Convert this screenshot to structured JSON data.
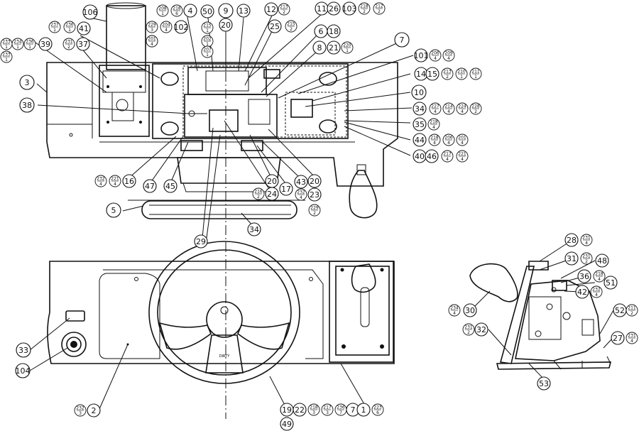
{
  "diagram": {
    "callouts": [
      {
        "id": "c106",
        "label": "106"
      },
      {
        "id": "c4",
        "label": "4"
      },
      {
        "id": "c50",
        "label": "50"
      },
      {
        "id": "c9",
        "label": "9"
      },
      {
        "id": "c13",
        "label": "13"
      },
      {
        "id": "c12",
        "label": "12"
      },
      {
        "id": "c11",
        "label": "11"
      },
      {
        "id": "c26",
        "label": "26"
      },
      {
        "id": "c103",
        "label": "103"
      },
      {
        "id": "c41",
        "label": "41"
      },
      {
        "id": "c102",
        "label": "102"
      },
      {
        "id": "c20a",
        "label": "20"
      },
      {
        "id": "c25",
        "label": "25"
      },
      {
        "id": "c6",
        "label": "6"
      },
      {
        "id": "c18",
        "label": "18"
      },
      {
        "id": "c39",
        "label": "39"
      },
      {
        "id": "c37",
        "label": "37"
      },
      {
        "id": "c8",
        "label": "8"
      },
      {
        "id": "c21",
        "label": "21"
      },
      {
        "id": "c7",
        "label": "7"
      },
      {
        "id": "c3",
        "label": "3"
      },
      {
        "id": "c101",
        "label": "101"
      },
      {
        "id": "c14",
        "label": "14"
      },
      {
        "id": "c15",
        "label": "15"
      },
      {
        "id": "c10",
        "label": "10"
      },
      {
        "id": "c38",
        "label": "38"
      },
      {
        "id": "c34a",
        "label": "34"
      },
      {
        "id": "c35",
        "label": "35"
      },
      {
        "id": "c44",
        "label": "44"
      },
      {
        "id": "c40",
        "label": "40"
      },
      {
        "id": "c46",
        "label": "46"
      },
      {
        "id": "c16",
        "label": "16"
      },
      {
        "id": "c47",
        "label": "47"
      },
      {
        "id": "c45",
        "label": "45"
      },
      {
        "id": "c20b",
        "label": "20"
      },
      {
        "id": "c43",
        "label": "43"
      },
      {
        "id": "c20c",
        "label": "20"
      },
      {
        "id": "c17",
        "label": "17"
      },
      {
        "id": "c24",
        "label": "24"
      },
      {
        "id": "c23",
        "label": "23"
      },
      {
        "id": "c5",
        "label": "5"
      },
      {
        "id": "c34b",
        "label": "34"
      },
      {
        "id": "c29",
        "label": "29"
      },
      {
        "id": "c28",
        "label": "28"
      },
      {
        "id": "c31",
        "label": "31"
      },
      {
        "id": "c48",
        "label": "48"
      },
      {
        "id": "c36",
        "label": "36"
      },
      {
        "id": "c51",
        "label": "51"
      },
      {
        "id": "c42",
        "label": "42"
      },
      {
        "id": "c30",
        "label": "30"
      },
      {
        "id": "c52",
        "label": "52"
      },
      {
        "id": "c32",
        "label": "32"
      },
      {
        "id": "c27",
        "label": "27"
      },
      {
        "id": "c53",
        "label": "53"
      },
      {
        "id": "c33",
        "label": "33"
      },
      {
        "id": "c104",
        "label": "104"
      },
      {
        "id": "c2",
        "label": "2"
      },
      {
        "id": "c19",
        "label": "19"
      },
      {
        "id": "c22",
        "label": "22"
      },
      {
        "id": "c7b",
        "label": "7"
      },
      {
        "id": "c1",
        "label": "1"
      },
      {
        "id": "c49",
        "label": "49"
      }
    ],
    "fractions": [
      {
        "id": "f1",
        "num": "233",
        "den": "1"
      },
      {
        "id": "f2",
        "num": "234",
        "den": "1"
      },
      {
        "id": "f3",
        "num": "236",
        "den": "1"
      },
      {
        "id": "f4",
        "num": "237",
        "den": "1"
      },
      {
        "id": "f5",
        "num": "233",
        "den": "1"
      },
      {
        "id": "f6",
        "num": "236",
        "den": "1"
      },
      {
        "id": "f7",
        "num": "208",
        "den": "1"
      },
      {
        "id": "f8",
        "num": "231",
        "den": "2"
      },
      {
        "id": "f9",
        "num": "229",
        "den": "3"
      },
      {
        "id": "f10",
        "num": "218",
        "den": "6"
      },
      {
        "id": "f11",
        "num": "203",
        "den": "4"
      },
      {
        "id": "f12",
        "num": "204",
        "den": "4"
      },
      {
        "id": "f13",
        "num": "201",
        "den": "4"
      },
      {
        "id": "f14",
        "num": "202",
        "den": "1"
      },
      {
        "id": "f15",
        "num": "215",
        "den": "1"
      },
      {
        "id": "f16",
        "num": "207",
        "den": "1"
      },
      {
        "id": "f17",
        "num": "213",
        "den": "2"
      },
      {
        "id": "f18",
        "num": "215",
        "den": "2"
      },
      {
        "id": "f19",
        "num": "218",
        "den": "2"
      },
      {
        "id": "f20",
        "num": "212",
        "den": "2"
      },
      {
        "id": "f21",
        "num": "220",
        "den": "1"
      },
      {
        "id": "f22",
        "num": "206",
        "den": "4"
      },
      {
        "id": "f23",
        "num": "209",
        "den": "4"
      },
      {
        "id": "f24",
        "num": "213",
        "den": "2"
      },
      {
        "id": "f25",
        "num": "210",
        "den": "1"
      },
      {
        "id": "f26",
        "num": "211",
        "den": "1"
      },
      {
        "id": "f27",
        "num": "227",
        "den": "4"
      },
      {
        "id": "f28",
        "num": "214",
        "den": "4"
      },
      {
        "id": "f29",
        "num": "224",
        "den": "4"
      },
      {
        "id": "f30",
        "num": "228",
        "den": "2"
      },
      {
        "id": "f31",
        "num": "218",
        "den": "4"
      },
      {
        "id": "f32",
        "num": "218",
        "den": "4"
      },
      {
        "id": "f33",
        "num": "206",
        "den": "4"
      },
      {
        "id": "f34",
        "num": "201",
        "den": "4"
      },
      {
        "id": "f35",
        "num": "217",
        "den": "4"
      },
      {
        "id": "f36",
        "num": "221",
        "den": "4"
      },
      {
        "id": "f37",
        "num": "232",
        "den": "4"
      },
      {
        "id": "f38",
        "num": "221",
        "den": "4"
      },
      {
        "id": "f39",
        "num": "216",
        "den": "2"
      },
      {
        "id": "f40",
        "num": "232",
        "den": "4"
      },
      {
        "id": "f41",
        "num": "229",
        "den": "2"
      },
      {
        "id": "f42",
        "num": "231",
        "den": "4"
      },
      {
        "id": "f43",
        "num": "231",
        "den": "2"
      },
      {
        "id": "f44",
        "num": "218",
        "den": "4"
      },
      {
        "id": "f45",
        "num": "232",
        "den": "4"
      },
      {
        "id": "f46",
        "num": "234",
        "den": "4"
      },
      {
        "id": "f47",
        "num": "231",
        "den": "2"
      },
      {
        "id": "f48",
        "num": "211",
        "den": "2"
      },
      {
        "id": "f49",
        "num": "231",
        "den": "4"
      },
      {
        "id": "f50",
        "num": "232",
        "den": "3"
      },
      {
        "id": "f51",
        "num": "218",
        "den": "3"
      },
      {
        "id": "f52",
        "num": "217",
        "den": "3"
      },
      {
        "id": "f53",
        "num": "236",
        "den": "7"
      },
      {
        "id": "f54",
        "num": "223",
        "den": "6"
      }
    ],
    "panel_label": "DIRTY"
  }
}
